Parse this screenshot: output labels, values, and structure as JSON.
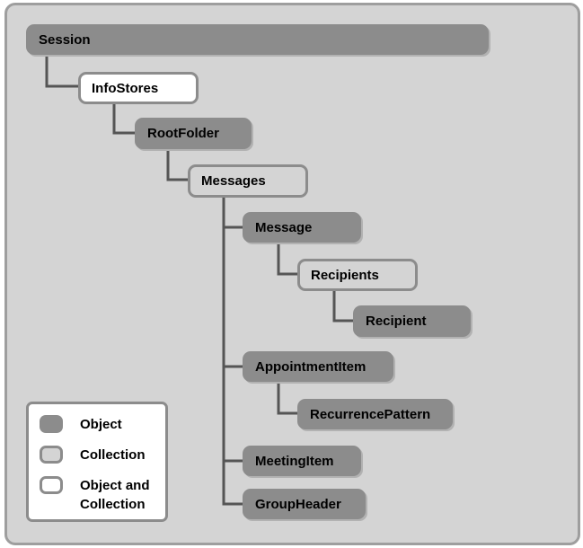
{
  "diagram": {
    "nodes": [
      {
        "id": "session",
        "label": "Session",
        "kind": "object"
      },
      {
        "id": "infostores",
        "label": "InfoStores",
        "kind": "object-and-collection"
      },
      {
        "id": "rootfolder",
        "label": "RootFolder",
        "kind": "object"
      },
      {
        "id": "messages",
        "label": "Messages",
        "kind": "collection"
      },
      {
        "id": "message",
        "label": "Message",
        "kind": "object"
      },
      {
        "id": "recipients",
        "label": "Recipients",
        "kind": "collection"
      },
      {
        "id": "recipient",
        "label": "Recipient",
        "kind": "object"
      },
      {
        "id": "appointmentitem",
        "label": "AppointmentItem",
        "kind": "object"
      },
      {
        "id": "recurrencepattern",
        "label": "RecurrencePattern",
        "kind": "object"
      },
      {
        "id": "meetingitem",
        "label": "MeetingItem",
        "kind": "object"
      },
      {
        "id": "groupheader",
        "label": "GroupHeader",
        "kind": "object"
      }
    ],
    "edges": [
      {
        "from": "session",
        "to": "infostores"
      },
      {
        "from": "infostores",
        "to": "rootfolder"
      },
      {
        "from": "rootfolder",
        "to": "messages"
      },
      {
        "from": "messages",
        "to": "message"
      },
      {
        "from": "message",
        "to": "recipients"
      },
      {
        "from": "recipients",
        "to": "recipient"
      },
      {
        "from": "messages",
        "to": "appointmentitem"
      },
      {
        "from": "appointmentitem",
        "to": "recurrencepattern"
      },
      {
        "from": "messages",
        "to": "meetingitem"
      },
      {
        "from": "messages",
        "to": "groupheader"
      }
    ]
  },
  "legend": {
    "items": [
      {
        "kind": "object",
        "label": "Object"
      },
      {
        "kind": "collection",
        "label": "Collection"
      },
      {
        "kind": "object-and-collection",
        "label": "Object and\nCollection"
      }
    ]
  },
  "colors": {
    "object_fill": "#8c8c8c",
    "collection_fill": "#d4d4d4",
    "object_and_collection_fill": "#ffffff",
    "outline": "#8c8c8c",
    "connector": "#555555",
    "panel": "#d4d4d4"
  }
}
